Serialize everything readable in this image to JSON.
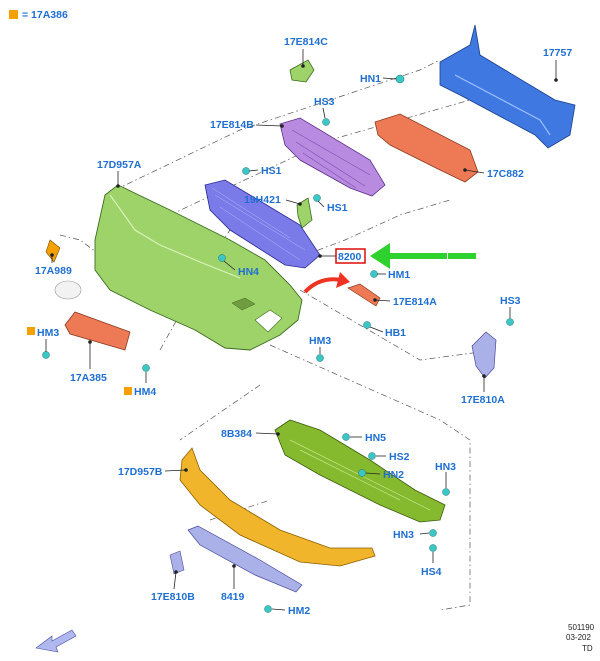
{
  "legend": {
    "text": "= 17A386",
    "marker_color": "#f4a100"
  },
  "callouts": {
    "c17757": "17757",
    "c17e814c": "17E814C",
    "chn1": "HN1",
    "chs3_top": "HS3",
    "c17e814b": "17E814B",
    "c17c882": "17C882",
    "c17d957a": "17D957A",
    "chs1_a": "HS1",
    "c19h421": "19H421",
    "chs1_b": "HS1",
    "c8200": "8200",
    "chm1": "HM1",
    "c17e814a": "17E814A",
    "chb1": "HB1",
    "chs3_right": "HS3",
    "c17e810a": "17E810A",
    "c17a989": "17A989",
    "chn4": "HN4",
    "chm3_left": "HM3",
    "c17a385": "17A385",
    "chm4": "HM4",
    "chm3_mid": "HM3",
    "c8b384": "8B384",
    "chn5": "HN5",
    "chs2": "HS2",
    "chn2": "HN2",
    "chn3_right": "HN3",
    "chn3_low": "HN3",
    "chs4": "HS4",
    "c17d957b": "17D957B",
    "c17e810b": "17E810B",
    "c8419": "8419",
    "chm2": "HM2"
  },
  "footer": {
    "line1": "501190",
    "line2": "03-202",
    "line3": "TD"
  },
  "colors": {
    "bumper_cover": "#9ed36a",
    "grille_reinforcement": "#b98be0",
    "grille": "#7a7ae8",
    "bumper_beam": "#3f78e0",
    "absorber": "#ee7a55",
    "red_bracket": "#e0603f",
    "lower_shield": "#86ba2e",
    "lip_spoiler": "#f0b52a",
    "lower_trim": "#aab0e8",
    "arrow_green": "#2fd12f",
    "arrow_red": "#ee3322",
    "clip": "#3cc7c7",
    "callout_text": "#1f6fd1"
  }
}
